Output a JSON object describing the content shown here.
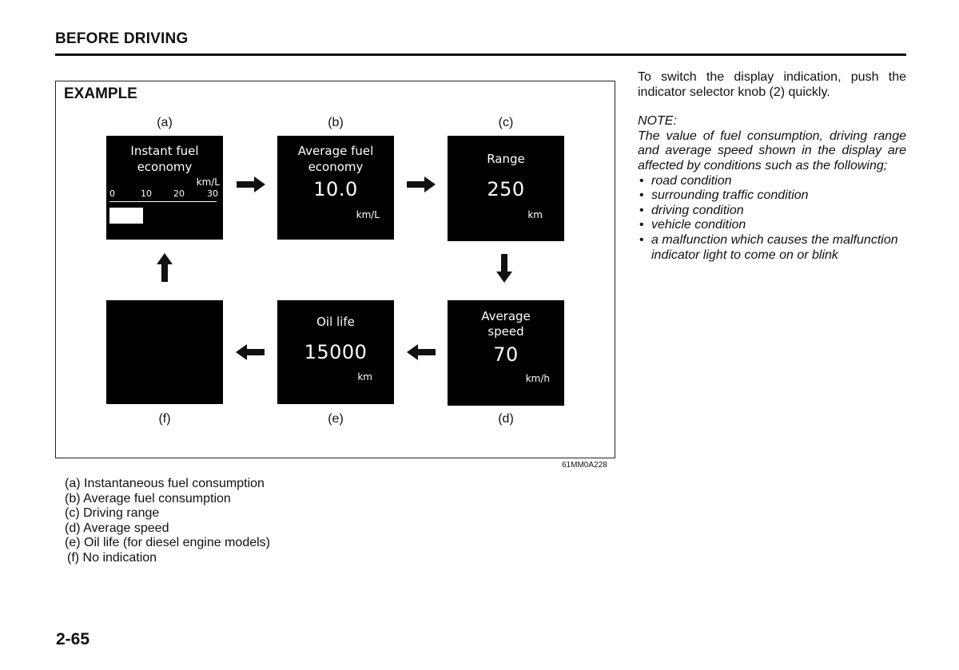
{
  "header": {
    "section_title": "BEFORE DRIVING"
  },
  "figure": {
    "title": "EXAMPLE",
    "code": "61MM0A228",
    "captions": {
      "a": "(a)",
      "b": "(b)",
      "c": "(c)",
      "d": "(d)",
      "e": "(e)",
      "f": "(f)"
    },
    "screens": {
      "a": {
        "line1": "Instant fuel",
        "line2": "economy",
        "unit": "km/L",
        "scale_labels": [
          "0",
          "10",
          "20",
          "30"
        ],
        "bar_value": 10
      },
      "b": {
        "line1": "Average fuel",
        "line2": "economy",
        "value": "10.0",
        "unit": "km/L"
      },
      "c": {
        "label": "Range",
        "value": "250",
        "unit": "km"
      },
      "d": {
        "line1": "Average",
        "line2": "speed",
        "value": "70",
        "unit": "km/h"
      },
      "e": {
        "label": "Oil life",
        "value": "15000",
        "unit": "km"
      },
      "f": {}
    }
  },
  "legend": [
    "(a) Instantaneous fuel consumption",
    "(b) Average fuel consumption",
    "(c) Driving range",
    "(d) Average speed",
    "(e) Oil life (for diesel engine models)",
    "(f) No indication"
  ],
  "right_column": {
    "intro": "To switch the display indication, push the indicator selector knob (2) quickly.",
    "note_label": "NOTE:",
    "note_text": "The value of fuel consumption, driving range and average speed shown in the display are affected by conditions such as the following;",
    "note_items": [
      "road condition",
      "surrounding traffic condition",
      "driving condition",
      "vehicle condition",
      "a malfunction which causes the malfunction indicator light to come on or blink"
    ]
  },
  "page_number": "2-65",
  "colors": {
    "screen_bg": "#000000",
    "screen_text": "#ffffff",
    "text": "#111111"
  }
}
